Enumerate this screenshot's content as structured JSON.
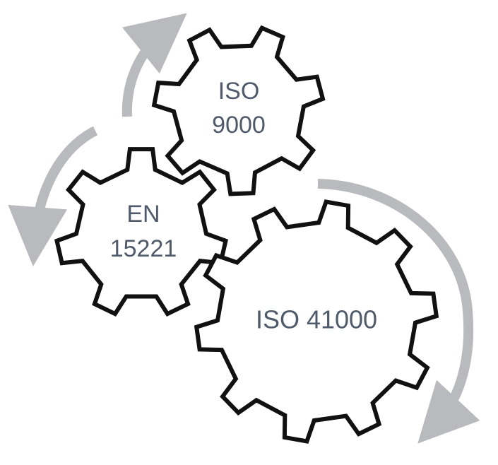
{
  "diagram": {
    "gears": [
      {
        "id": "iso-9000",
        "lines": [
          "ISO",
          "9000"
        ]
      },
      {
        "id": "en-15221",
        "lines": [
          "EN",
          "15221"
        ]
      },
      {
        "id": "iso-41000",
        "lines": [
          "ISO 41000"
        ]
      }
    ],
    "colors": {
      "gear_stroke": "#111111",
      "gear_fill": "#ffffff",
      "arrow": "#b8babd",
      "text": "#4f5b6b"
    }
  }
}
